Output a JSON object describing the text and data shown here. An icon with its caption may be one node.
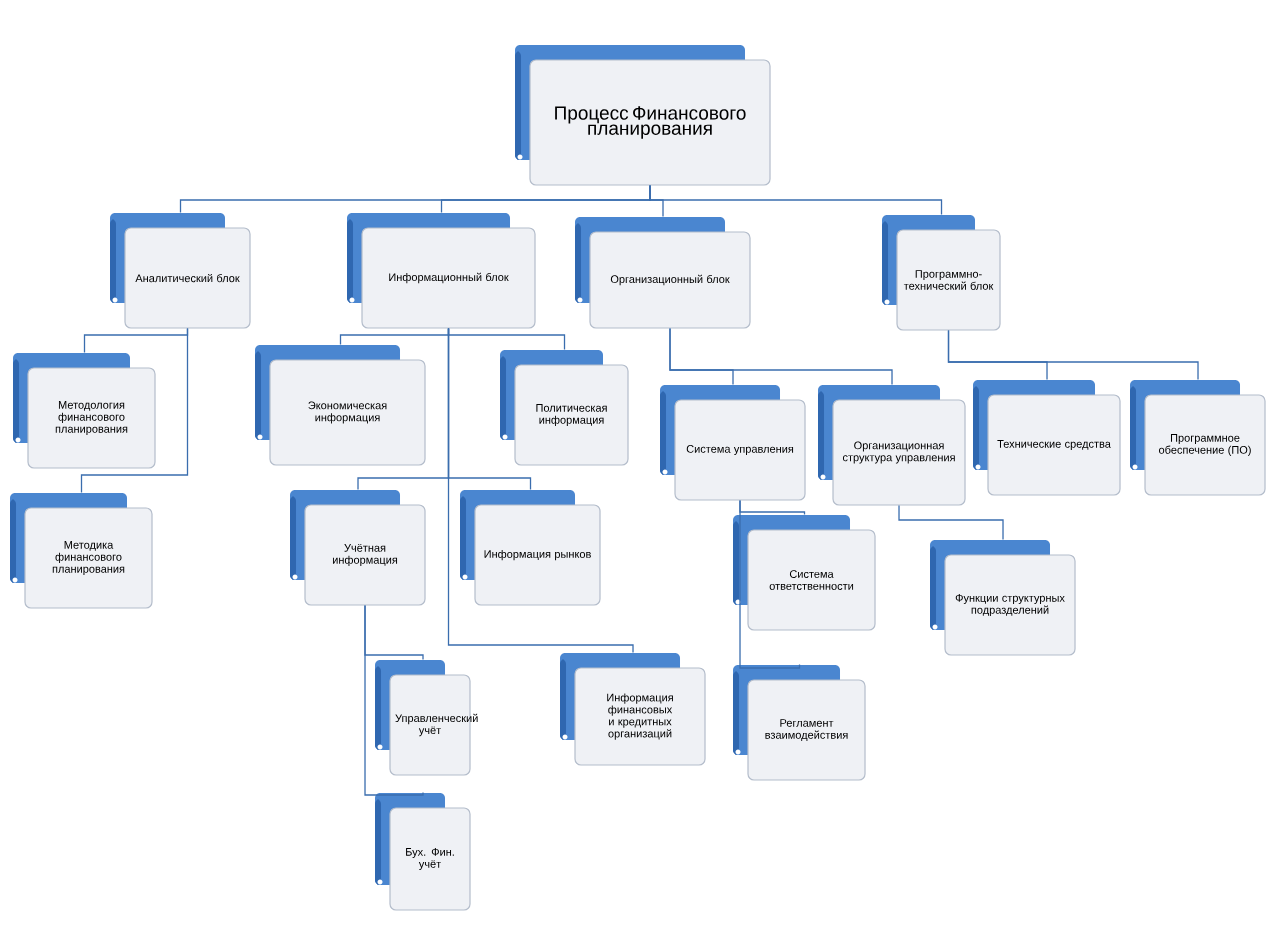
{
  "diagram": {
    "nodes": [
      {
        "text": [
          "Процесс Финансового планирования"
        ]
      },
      {
        "text": [
          "Аналитический блок"
        ]
      },
      {
        "text": [
          "Информационный блок"
        ]
      },
      {
        "text": [
          "Организационный блок"
        ]
      },
      {
        "text": [
          "Программно-технический блок"
        ]
      },
      {
        "text": [
          "Методология финансового планирования"
        ]
      },
      {
        "text": [
          "Методика финансового планирования"
        ]
      },
      {
        "text": [
          "Экономическая информация"
        ]
      },
      {
        "text": [
          "Политическая информация"
        ]
      },
      {
        "text": [
          "Учётная информация"
        ]
      },
      {
        "text": [
          "Информация рынков"
        ]
      },
      {
        "text": [
          "Управленческий учёт"
        ]
      },
      {
        "text": [
          "Бух. Фин. учёт"
        ]
      },
      {
        "text": [
          "Информация финансовых и кредитных организаций"
        ]
      },
      {
        "text": [
          "Система управления"
        ]
      },
      {
        "text": [
          "Организационная структура управления"
        ]
      },
      {
        "text": [
          "Система ответственности"
        ]
      },
      {
        "text": [
          "Регламент взаимодействия"
        ]
      },
      {
        "text": [
          "Функции структурных подразделений"
        ]
      },
      {
        "text": [
          "Технические средства"
        ]
      },
      {
        "text": [
          "Программное обеспечение (ПО)"
        ]
      }
    ],
    "edges": [
      {
        "from": 0,
        "to": 1,
        "arrow": "none"
      },
      {
        "from": 0,
        "to": 2,
        "arrow": "none"
      },
      {
        "from": 0,
        "to": 3,
        "arrow": "none"
      },
      {
        "from": 0,
        "to": 4,
        "arrow": "none"
      },
      {
        "from": 1,
        "to": 5,
        "arrow": "none"
      },
      {
        "from": 1,
        "to": 6,
        "arrow": "none"
      },
      {
        "from": 2,
        "to": 7,
        "arrow": "none"
      },
      {
        "from": 2,
        "to": 8,
        "arrow": "none"
      },
      {
        "from": 2,
        "to": 9,
        "arrow": "none"
      },
      {
        "from": 2,
        "to": 10,
        "arrow": "none"
      },
      {
        "from": 2,
        "to": 13,
        "arrow": "none"
      },
      {
        "from": 9,
        "to": 11,
        "arrow": "none"
      },
      {
        "from": 9,
        "to": 12,
        "arrow": "none"
      },
      {
        "from": 3,
        "to": 14,
        "arrow": "none"
      },
      {
        "from": 3,
        "to": 15,
        "arrow": "none"
      },
      {
        "from": 14,
        "to": 16,
        "arrow": "none"
      },
      {
        "from": 14,
        "to": 17,
        "arrow": "none"
      },
      {
        "from": 15,
        "to": 18,
        "arrow": "none"
      },
      {
        "from": 4,
        "to": 19,
        "arrow": "none"
      },
      {
        "from": 4,
        "to": 20,
        "arrow": "none"
      }
    ]
  }
}
